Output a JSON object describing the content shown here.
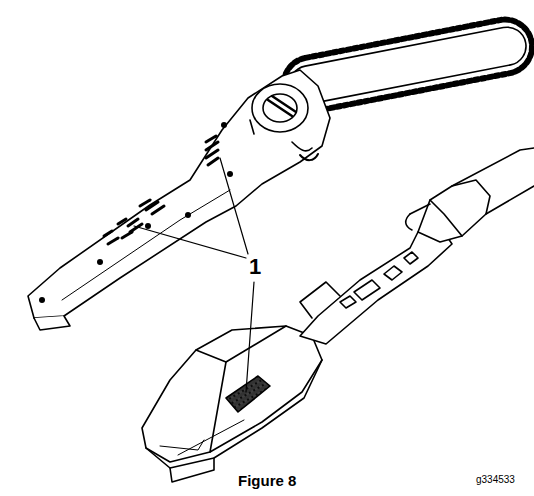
{
  "diagram": {
    "caption": "Figure 8",
    "labels": [
      "1",
      "g334533"
    ]
  }
}
